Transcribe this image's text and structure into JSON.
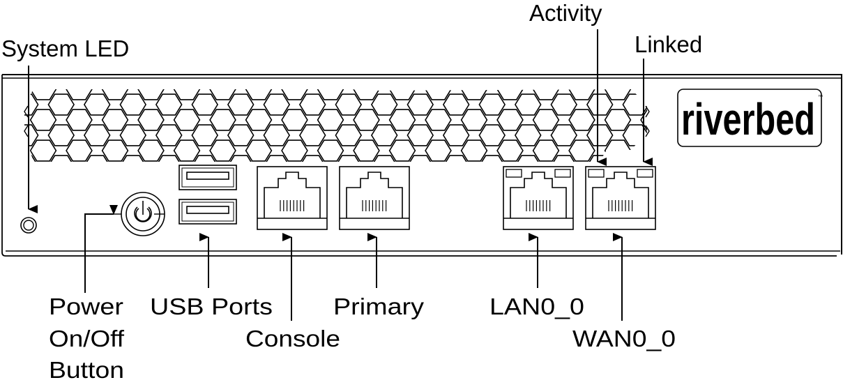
{
  "diagram": {
    "title": "Riverbed appliance front panel",
    "brand": {
      "logo_text": "riverbed",
      "trademark": "™"
    },
    "labels": {
      "system_led": "System LED",
      "activity": "Activity",
      "linked": "Linked",
      "power_line1": "Power",
      "power_line2": "On/Off",
      "power_line3": "Button",
      "usb_ports": "USB Ports",
      "console": "Console",
      "primary": "Primary",
      "lan": "LAN0_0",
      "wan": "WAN0_0"
    },
    "components": [
      {
        "id": "system-led",
        "type": "led"
      },
      {
        "id": "power-button",
        "type": "button",
        "icon": "power-icon"
      },
      {
        "id": "usb-port-1",
        "type": "usb"
      },
      {
        "id": "usb-port-2",
        "type": "usb"
      },
      {
        "id": "console-port",
        "type": "rj45",
        "leds": false
      },
      {
        "id": "primary-port",
        "type": "rj45",
        "leds": false
      },
      {
        "id": "lan0_0-port",
        "type": "rj45",
        "leds": true
      },
      {
        "id": "wan0_0-port",
        "type": "rj45",
        "leds": true
      }
    ],
    "colors": {
      "line": "#000000",
      "background": "#ffffff"
    }
  }
}
